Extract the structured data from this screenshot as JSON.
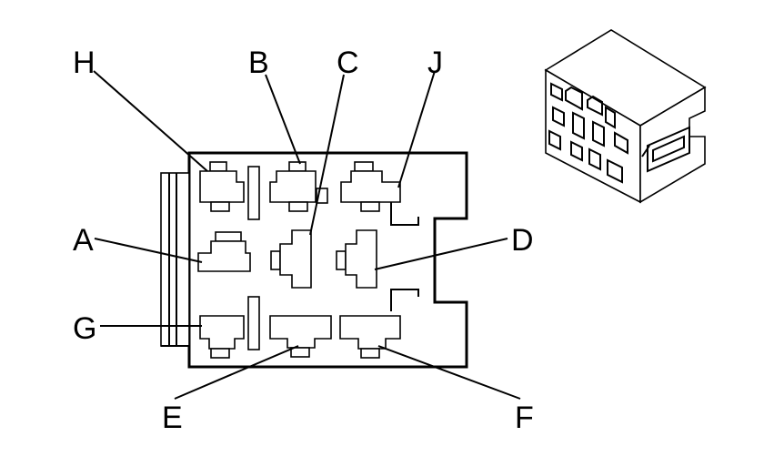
{
  "pin_labels": {
    "H": "H",
    "B": "B",
    "C": "C",
    "J": "J",
    "A": "A",
    "D": "D",
    "G": "G",
    "E": "E",
    "F": "F"
  }
}
